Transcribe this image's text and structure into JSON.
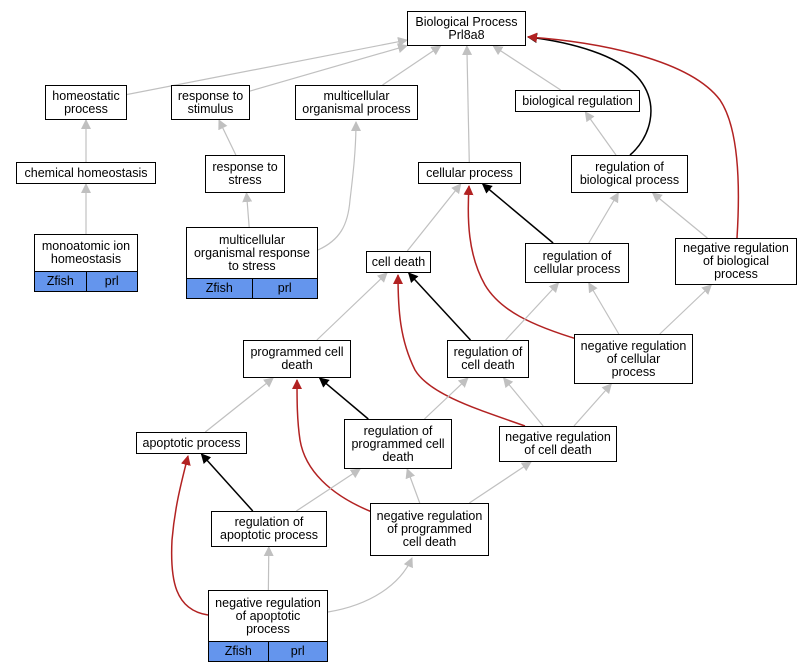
{
  "graph": {
    "colors": {
      "is_a": "#c0c0c0",
      "regulates": "#000000",
      "negatively_regulates": "#b22222",
      "annotation": "#6495ed"
    },
    "nodes": [
      {
        "id": "bp",
        "label": "Biological Process\nPrl8a8"
      },
      {
        "id": "homeo",
        "label": "homeostatic\nprocess"
      },
      {
        "id": "resp_stim",
        "label": "response to\nstimulus"
      },
      {
        "id": "multi",
        "label": "multicellular\norganismal process"
      },
      {
        "id": "bioreg",
        "label": "biological regulation"
      },
      {
        "id": "chem",
        "label": "chemical homeostasis"
      },
      {
        "id": "resp_stress",
        "label": "response to\nstress"
      },
      {
        "id": "cellproc",
        "label": "cellular process"
      },
      {
        "id": "regbio",
        "label": "regulation of\nbiological process"
      },
      {
        "id": "monoion",
        "label": "monoatomic ion\nhomeostasis",
        "tags": [
          "Zfish",
          "prl"
        ]
      },
      {
        "id": "multi_stress",
        "label": "multicellular\norganismal response\nto stress",
        "tags": [
          "Zfish",
          "prl"
        ]
      },
      {
        "id": "celldeath",
        "label": "cell death"
      },
      {
        "id": "regcell",
        "label": "regulation of\ncellular process"
      },
      {
        "id": "negbio",
        "label": "negative regulation\nof biological\nprocess"
      },
      {
        "id": "pcd",
        "label": "programmed cell\ndeath"
      },
      {
        "id": "regcd",
        "label": "regulation of\ncell death"
      },
      {
        "id": "negcell",
        "label": "negative regulation\nof cellular\nprocess"
      },
      {
        "id": "apop",
        "label": "apoptotic process"
      },
      {
        "id": "regpcd",
        "label": "regulation of\nprogrammed cell\ndeath"
      },
      {
        "id": "negcd",
        "label": "negative regulation\nof cell death"
      },
      {
        "id": "regapop",
        "label": "regulation of\napoptotic process"
      },
      {
        "id": "negpcd",
        "label": "negative regulation\nof programmed\ncell death"
      },
      {
        "id": "negapop",
        "label": "negative regulation\nof apoptotic\nprocess",
        "tags": [
          "Zfish",
          "prl"
        ]
      }
    ],
    "edges": [
      {
        "from": "homeo",
        "to": "bp",
        "type": "is_a"
      },
      {
        "from": "resp_stim",
        "to": "bp",
        "type": "is_a"
      },
      {
        "from": "multi",
        "to": "bp",
        "type": "is_a"
      },
      {
        "from": "cellproc",
        "to": "bp",
        "type": "is_a"
      },
      {
        "from": "bioreg",
        "to": "bp",
        "type": "is_a"
      },
      {
        "from": "regbio",
        "to": "bp",
        "type": "regulates"
      },
      {
        "from": "negbio",
        "to": "bp",
        "type": "negatively_regulates"
      },
      {
        "from": "chem",
        "to": "homeo",
        "type": "is_a"
      },
      {
        "from": "monoion",
        "to": "chem",
        "type": "is_a"
      },
      {
        "from": "resp_stress",
        "to": "resp_stim",
        "type": "is_a"
      },
      {
        "from": "multi_stress",
        "to": "resp_stress",
        "type": "is_a"
      },
      {
        "from": "multi_stress",
        "to": "multi",
        "type": "is_a"
      },
      {
        "from": "regbio",
        "to": "bioreg",
        "type": "is_a"
      },
      {
        "from": "regcell",
        "to": "cellproc",
        "type": "regulates"
      },
      {
        "from": "negcell",
        "to": "cellproc",
        "type": "negatively_regulates"
      },
      {
        "from": "regcell",
        "to": "regbio",
        "type": "is_a"
      },
      {
        "from": "negbio",
        "to": "regbio",
        "type": "is_a"
      },
      {
        "from": "celldeath",
        "to": "cellproc",
        "type": "is_a"
      },
      {
        "from": "negcell",
        "to": "regcell",
        "type": "is_a"
      },
      {
        "from": "negcell",
        "to": "negbio",
        "type": "is_a"
      },
      {
        "from": "pcd",
        "to": "celldeath",
        "type": "is_a"
      },
      {
        "from": "regcd",
        "to": "celldeath",
        "type": "regulates"
      },
      {
        "from": "negcd",
        "to": "celldeath",
        "type": "negatively_regulates"
      },
      {
        "from": "regcd",
        "to": "regcell",
        "type": "is_a"
      },
      {
        "from": "negcd",
        "to": "regcd",
        "type": "is_a"
      },
      {
        "from": "negcd",
        "to": "negcell",
        "type": "is_a"
      },
      {
        "from": "apop",
        "to": "pcd",
        "type": "is_a"
      },
      {
        "from": "regpcd",
        "to": "pcd",
        "type": "regulates"
      },
      {
        "from": "negpcd",
        "to": "pcd",
        "type": "negatively_regulates"
      },
      {
        "from": "regpcd",
        "to": "regcd",
        "type": "is_a"
      },
      {
        "from": "negpcd",
        "to": "regpcd",
        "type": "is_a"
      },
      {
        "from": "negpcd",
        "to": "negcd",
        "type": "is_a"
      },
      {
        "from": "regapop",
        "to": "apop",
        "type": "regulates"
      },
      {
        "from": "negapop",
        "to": "apop",
        "type": "negatively_regulates"
      },
      {
        "from": "regapop",
        "to": "regpcd",
        "type": "is_a"
      },
      {
        "from": "negapop",
        "to": "regapop",
        "type": "is_a"
      },
      {
        "from": "negapop",
        "to": "negpcd",
        "type": "is_a"
      }
    ]
  }
}
